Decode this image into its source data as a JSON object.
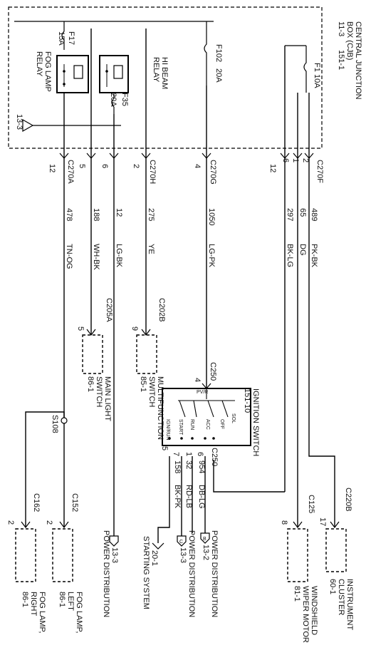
{
  "central_box": {
    "title_lines": [
      "CENTRAL JUNCTION",
      "BOX (CJB)",
      "11-3",
      "151-1"
    ],
    "fuses": [
      {
        "id": "F17",
        "rating": "15A"
      },
      {
        "id": "F102",
        "rating": "20A"
      },
      {
        "id": "F1",
        "rating": "10A"
      },
      {
        "id": "F35",
        "rating": "20A"
      }
    ],
    "relays": [
      {
        "name_lines": [
          "FOG LAMP",
          "RELAY"
        ]
      },
      {
        "name_lines": [
          "HI BEAM",
          "RELAY"
        ]
      }
    ],
    "ref_13_3": "13-3"
  },
  "connectors_top": {
    "c270a": "C270A",
    "c270h": "C270H",
    "c270g": "C270G",
    "c270f": "C270F"
  },
  "wires": [
    {
      "pin": "12",
      "circuit": "478",
      "color": "TN-OG"
    },
    {
      "pin": "5",
      "circuit": "188",
      "color": "WH-BK"
    },
    {
      "pin": "6",
      "circuit": "12",
      "color": "LG-BK"
    },
    {
      "pin": "2",
      "circuit": "275",
      "color": "YE"
    },
    {
      "pin": "4",
      "circuit": "1050",
      "color": "LG-PK"
    },
    {
      "pin": "12",
      "circuit": "",
      "color": ""
    },
    {
      "pin": "6",
      "circuit": "297",
      "color": "BK-LG"
    },
    {
      "pin": "1",
      "circuit": "65",
      "color": "DG"
    },
    {
      "pin": "2",
      "circuit": "489",
      "color": "PK-BK"
    }
  ],
  "components": {
    "main_light_switch": {
      "connector": "C205A",
      "pin": "5",
      "name_lines": [
        "MAIN LIGHT",
        "SWITCH",
        "86-1"
      ]
    },
    "multifunction_switch": {
      "connector": "C202B",
      "pin": "9",
      "name_lines": [
        "MULTIFUNCTION",
        "SWITCH",
        "85-1"
      ]
    },
    "ignition_switch": {
      "connector_in": "C250",
      "pin_in": "4",
      "connector_out": "C250",
      "name_lines": [
        "IGNITION SWITCH",
        "151-10"
      ],
      "positions": [
        "IGN/RUN",
        "START",
        "RUN",
        "ACC",
        "OFF",
        "SOL"
      ],
      "pvr": "PV/R"
    },
    "splice": "S108"
  },
  "ignition_out": [
    {
      "pin": "5",
      "circuit": "",
      "color": ""
    },
    {
      "pin": "7",
      "circuit": "158",
      "color": "BK-PK"
    },
    {
      "pin": "1",
      "circuit": "32",
      "color": "RD-LB"
    },
    {
      "pin": "6",
      "circuit": "954",
      "color": "DB-LG"
    }
  ],
  "bottom": {
    "fog_right": {
      "connector": "C162",
      "pin": "2",
      "name_lines": [
        "FOG LAMP,",
        "RIGHT",
        "86-1"
      ]
    },
    "fog_left": {
      "connector": "C152",
      "pin": "2",
      "name_lines": [
        "FOG LAMP,",
        "LEFT",
        "86-1"
      ]
    },
    "power_dist_1": {
      "label_lines": [
        "13-3",
        "POWER DISTRIBUTION"
      ]
    },
    "starting": {
      "label_lines": [
        "20-1",
        "STARTING SYSTEM"
      ]
    },
    "power_dist_2": {
      "label_lines": [
        "13-3",
        "POWER DISTRIBUTION"
      ]
    },
    "power_dist_3": {
      "label_lines": [
        "13-2",
        "POWER DISTRIBUTION"
      ]
    },
    "wiper": {
      "connector": "C125",
      "pin": "8",
      "name_lines": [
        "WINDSHIELD",
        "WIPER MOTOR",
        "81-1"
      ]
    },
    "cluster": {
      "connector": "C220B",
      "pin": "17",
      "name_lines": [
        "INSTRUMENT",
        "CLUSTER",
        "60-1"
      ]
    }
  }
}
